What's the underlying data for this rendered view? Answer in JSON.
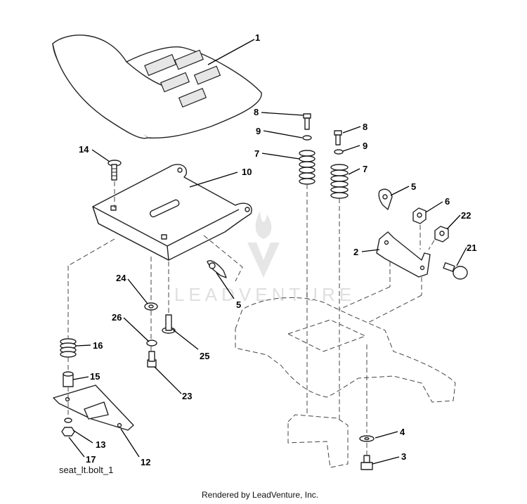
{
  "diagram": {
    "id_label": "seat_lt.bolt_1",
    "footer": "Rendered by LeadVenture, Inc.",
    "watermark": "LEADVENTURE",
    "callouts": {
      "seat": "1",
      "seat_bracket": "2",
      "bolt_bottom": "3",
      "washer_bottom": "4",
      "clip_right": "5",
      "clip_left": "5",
      "nut_6": "6",
      "spring_left": "7",
      "spring_right": "7",
      "bolt_left": "8",
      "bolt_right": "8",
      "washer_left": "9",
      "washer_right": "9",
      "seat_pan": "10",
      "slide_rail": "12",
      "nut_13": "13",
      "carriage_bolt": "14",
      "spacer": "15",
      "spring_16": "16",
      "washer_17": "17",
      "shoulder_bolt": "21",
      "nut_22": "22",
      "bolt_23": "23",
      "washer_24": "24",
      "bolt_25": "25",
      "washer_26": "26"
    }
  }
}
